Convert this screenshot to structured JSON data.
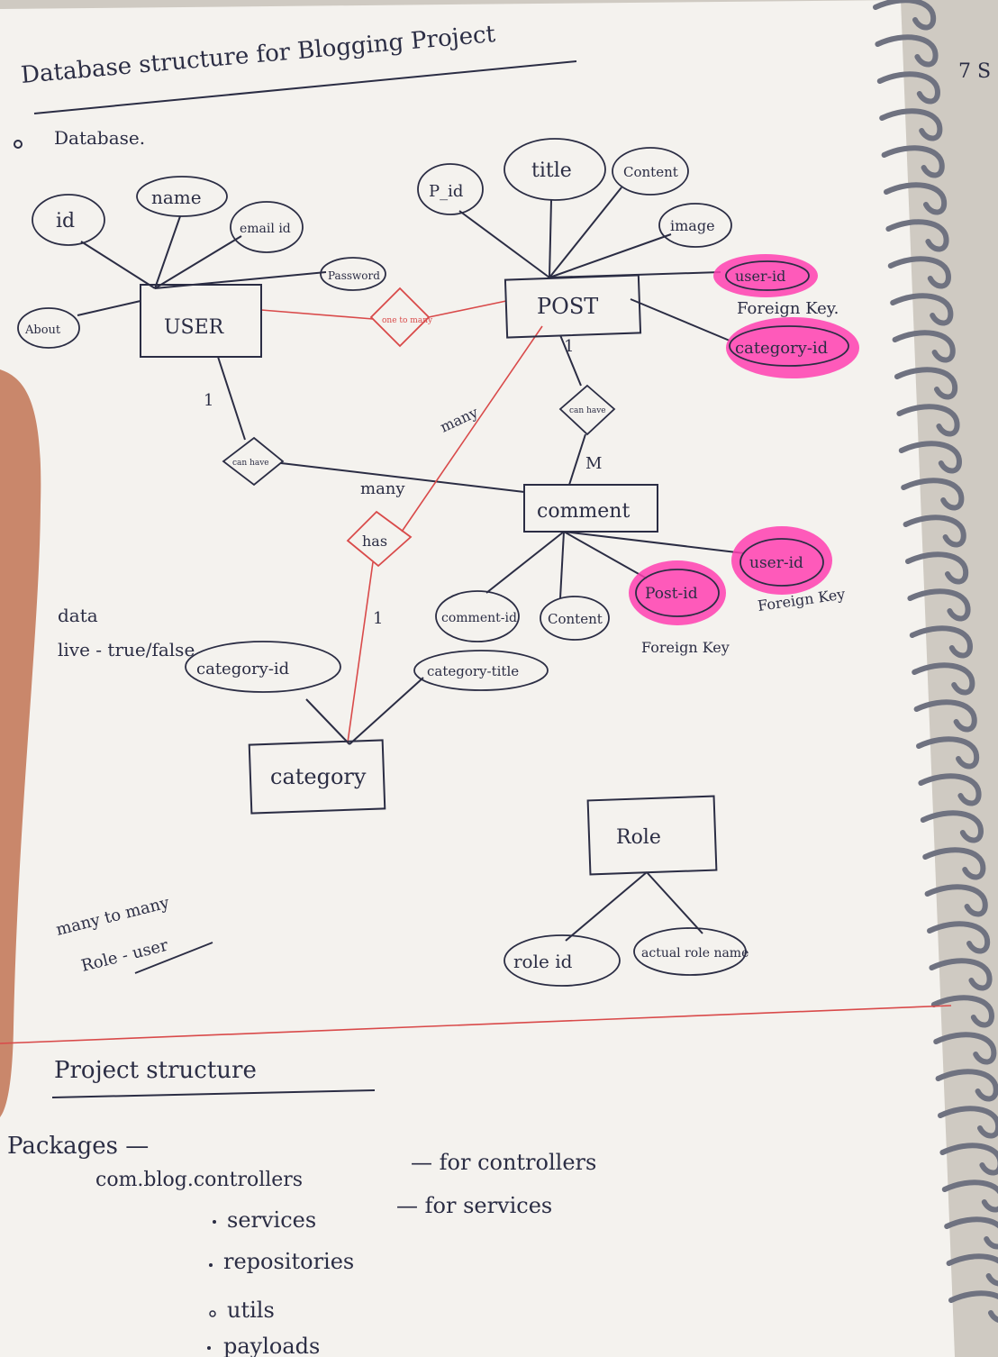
{
  "title": "Database structure for Blogging Project",
  "section_label": "Database.",
  "entities": {
    "user": "USER",
    "post": "POST",
    "comment": "comment",
    "category": "category",
    "role": "Role"
  },
  "attributes": {
    "user": [
      "id",
      "name",
      "email id",
      "Password",
      "About"
    ],
    "post": [
      "P_id",
      "title",
      "Content",
      "image",
      "user-id",
      "category-id"
    ],
    "comment": [
      "comment-id",
      "Content",
      "Post-id",
      "user-id"
    ],
    "category": [
      "category-id",
      "category-title"
    ],
    "role": [
      "role id",
      "actual role name"
    ]
  },
  "relationships": {
    "user_post": "one to many",
    "post_comment": "can have",
    "user_comment": "can have",
    "category_post": "has"
  },
  "cardinality": {
    "post_one": "1",
    "comment_many": "M",
    "user_one": "1",
    "comment_many_word": "many",
    "post_many_word": "many",
    "category_one": "1"
  },
  "notes": {
    "foreign_key_post": "Foreign Key.",
    "foreign_key_postid": "Foreign Key",
    "foreign_key_userid": "Foreign Key",
    "data_line1": "data",
    "data_line2": "live - true/false",
    "many_to_many_1": "many to many",
    "many_to_many_2": "Role - user"
  },
  "project": {
    "heading": "Project structure",
    "packages_label": "Packages —",
    "items": [
      {
        "name": "com.blog.controllers",
        "desc": "— for controllers"
      },
      {
        "name": "services",
        "desc": "— for services"
      },
      {
        "name": "repositories",
        "desc": ""
      },
      {
        "name": "utils",
        "desc": ""
      },
      {
        "name": "payloads",
        "desc": ""
      }
    ]
  },
  "margin_text": "7 S",
  "colors": {
    "paper": "#f4f2ee",
    "ink": "#2b2d44",
    "red": "#d94a4a",
    "highlight": "#ff3fb0"
  }
}
